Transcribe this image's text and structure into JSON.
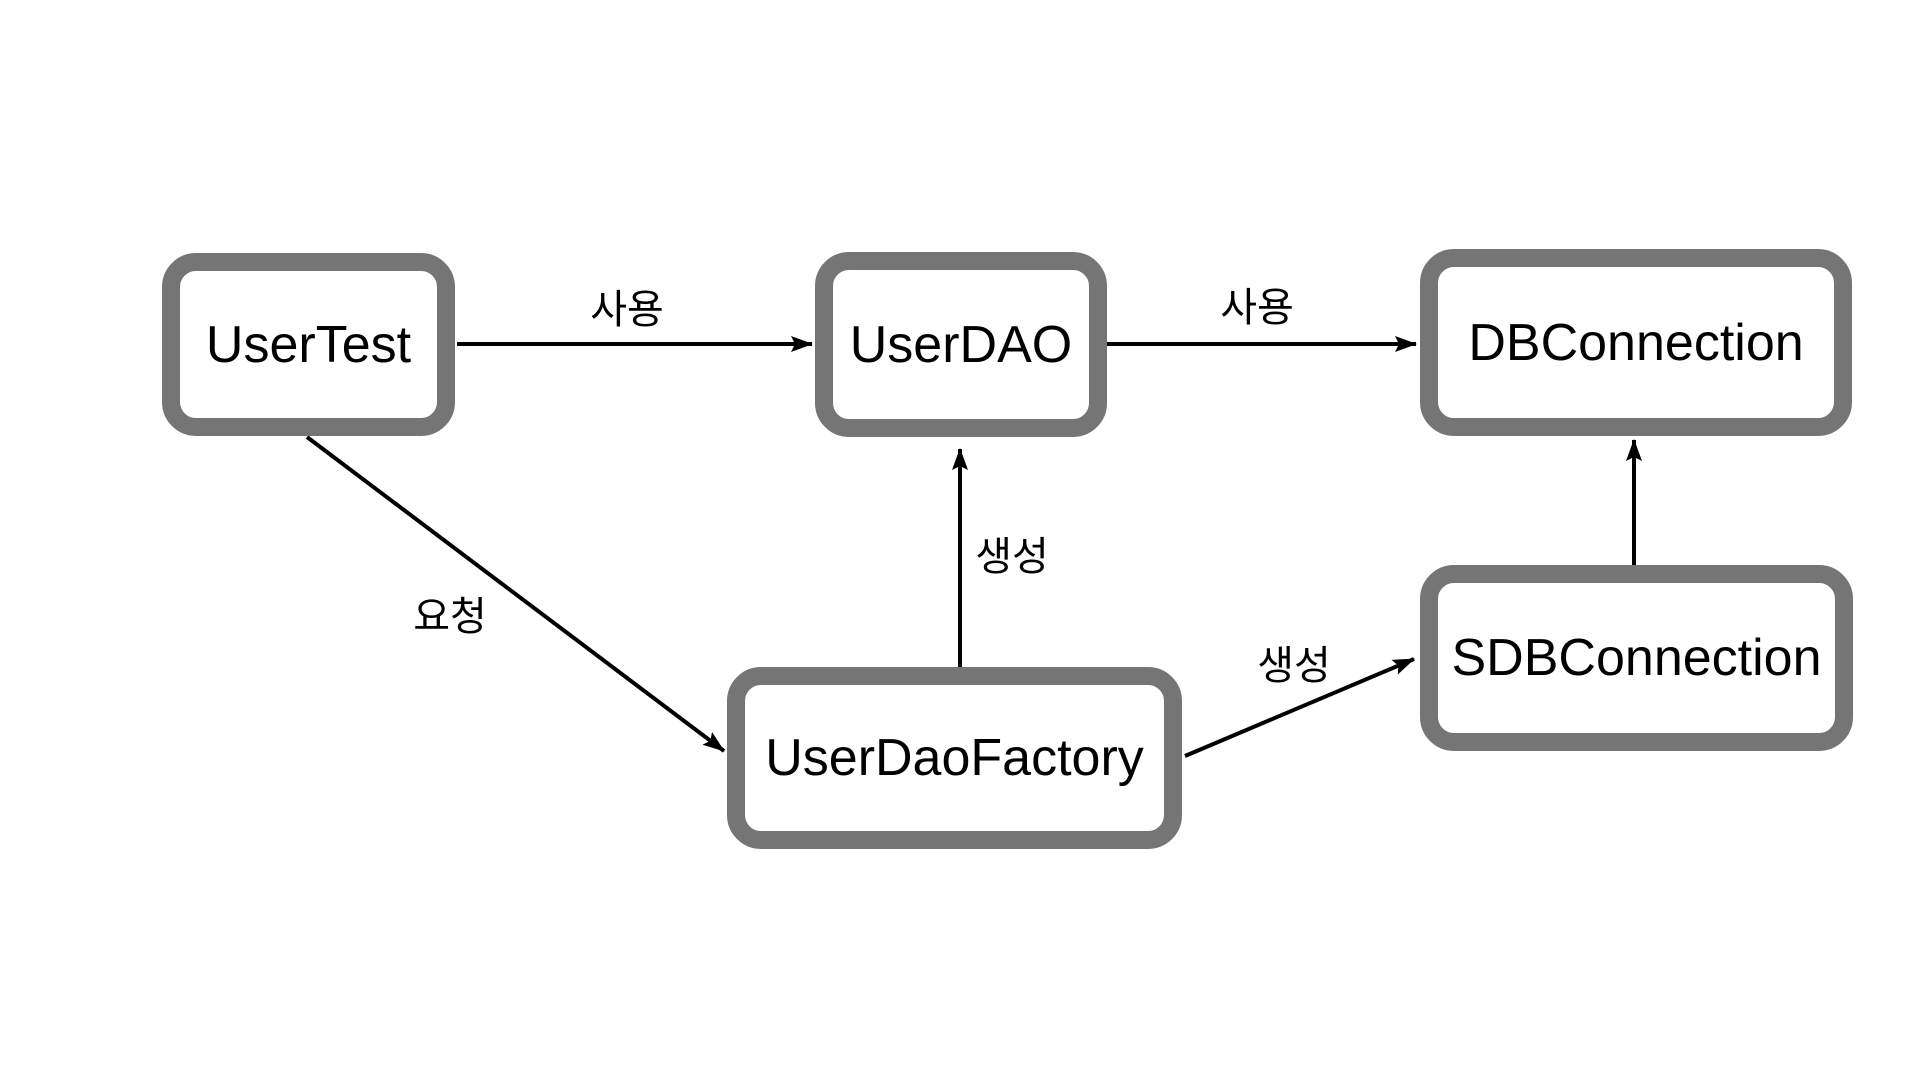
{
  "diagram": {
    "kind": "class-dependency-diagram",
    "nodes": [
      {
        "id": "user-test",
        "label": "UserTest"
      },
      {
        "id": "user-dao",
        "label": "UserDAO"
      },
      {
        "id": "db-connection",
        "label": "DBConnection"
      },
      {
        "id": "user-dao-factory",
        "label": "UserDaoFactory"
      },
      {
        "id": "sdb-connection",
        "label": "SDBConnection"
      }
    ],
    "edges": [
      {
        "from": "user-test",
        "to": "user-dao",
        "label": "사용"
      },
      {
        "from": "user-dao",
        "to": "db-connection",
        "label": "사용"
      },
      {
        "from": "user-test",
        "to": "user-dao-factory",
        "label": "요청"
      },
      {
        "from": "user-dao-factory",
        "to": "user-dao",
        "label": "생성"
      },
      {
        "from": "user-dao-factory",
        "to": "sdb-connection",
        "label": "생성"
      },
      {
        "from": "sdb-connection",
        "to": "db-connection",
        "label": ""
      }
    ],
    "colors": {
      "background": "#ffffff",
      "node_border": "#757575",
      "node_fill": "#ffffff",
      "edge": "#000000",
      "text": "#000000"
    }
  }
}
